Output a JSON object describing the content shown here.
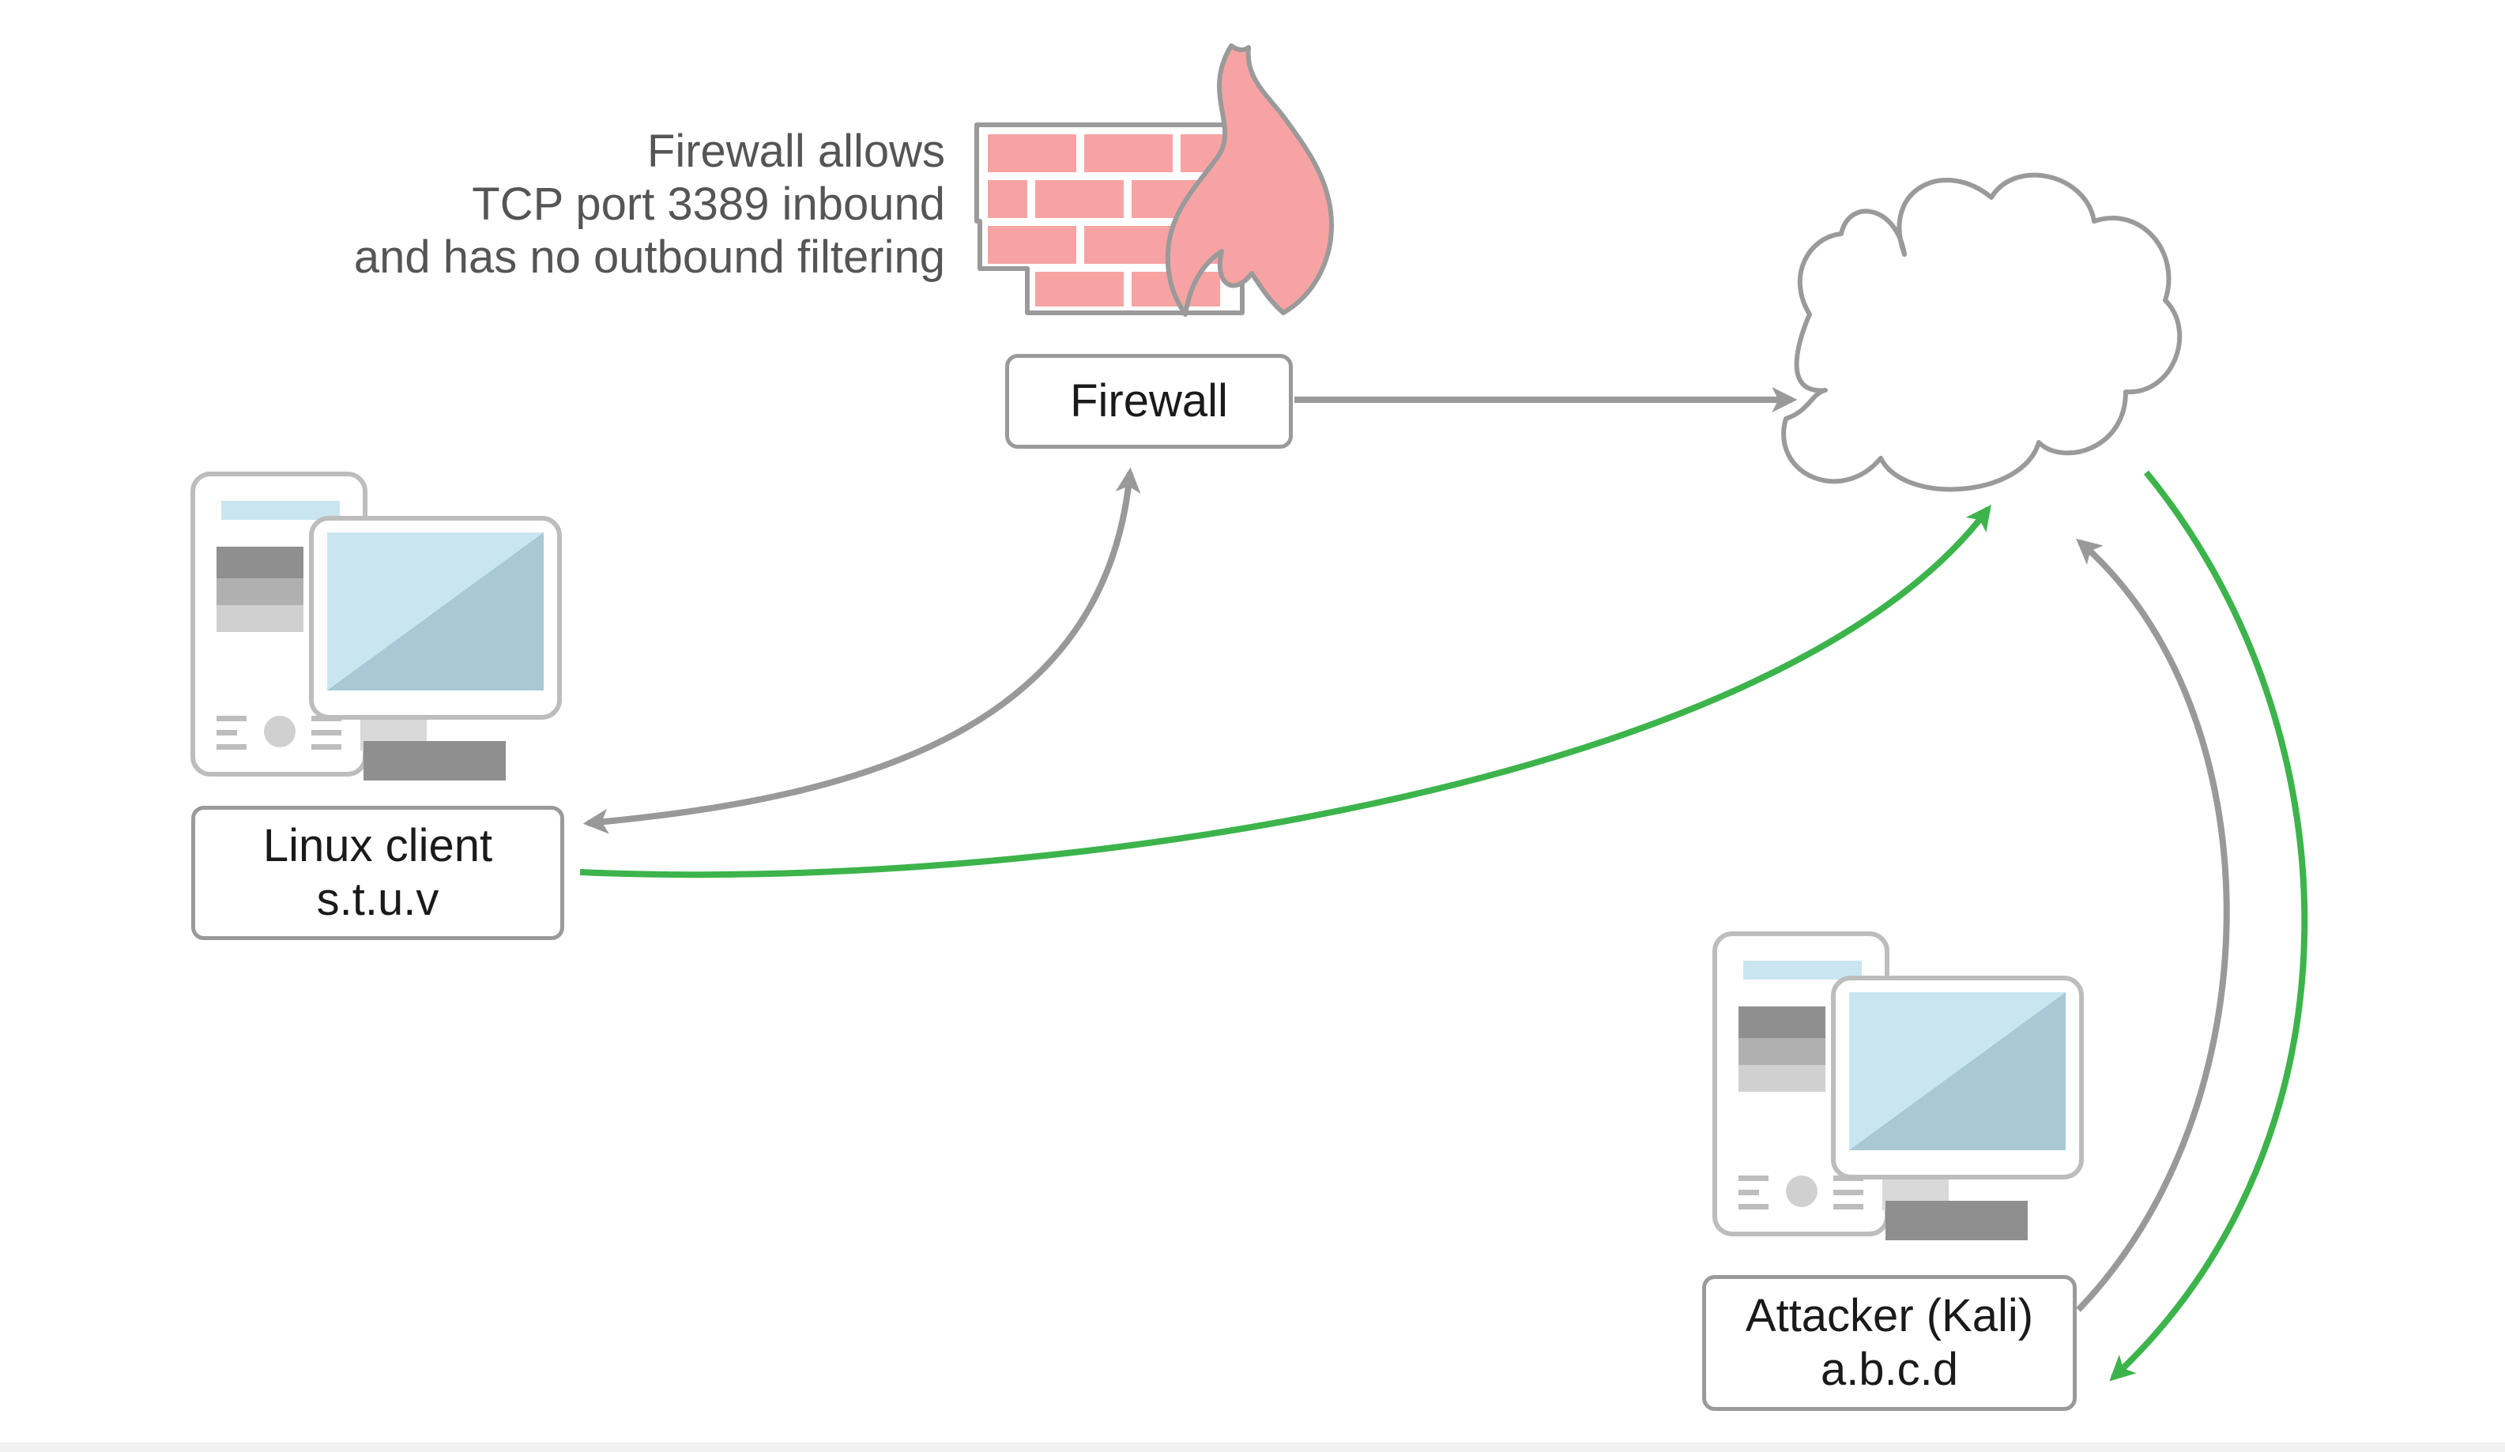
{
  "firewall_note": {
    "line1": "Firewall allows",
    "line2": "TCP port 3389 inbound",
    "line3": "and has no outbound filtering"
  },
  "nodes": {
    "firewall": {
      "label": "Firewall"
    },
    "linux_client": {
      "name": "Linux client",
      "address": "s.t.u.v"
    },
    "attacker": {
      "name": "Attacker (Kali)",
      "address": "a.b.c.d"
    }
  },
  "icons": {
    "firewall": "firewall-brick-wall-with-flame-icon",
    "internet": "cloud-icon",
    "linux_client_computer": "desktop-computer-icon",
    "attacker_computer": "desktop-computer-icon"
  },
  "connections": [
    {
      "from": "linux_client",
      "to": "firewall",
      "style": "gray",
      "bidirectional": true
    },
    {
      "from": "firewall",
      "to": "internet",
      "style": "gray"
    },
    {
      "from": "attacker",
      "to": "internet",
      "style": "gray"
    },
    {
      "from": "linux_client",
      "to": "internet",
      "style": "green"
    },
    {
      "from": "internet",
      "to": "attacker",
      "style": "green"
    }
  ],
  "colors": {
    "gray_arrow": "#999999",
    "green_arrow": "#3cb44b",
    "brick_fill": "#f7a3a3",
    "flame_fill": "#f7a3a3",
    "outline": "#9a9a9a",
    "screen_fill": "#c9e6f0",
    "text": "#1a1a1a",
    "note_text": "#555555"
  }
}
